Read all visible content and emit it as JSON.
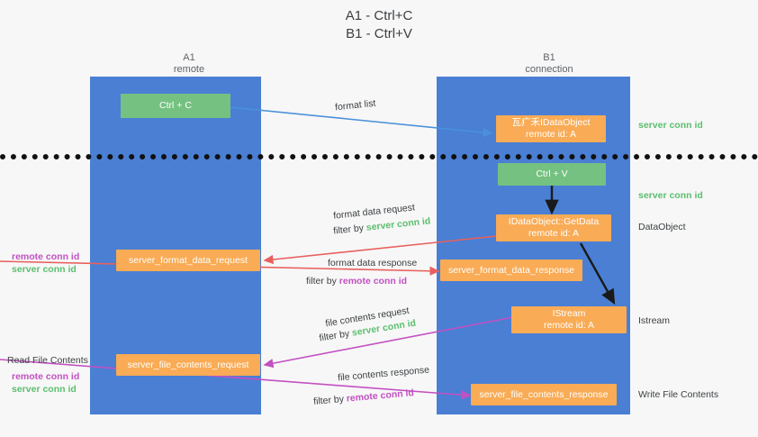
{
  "title": {
    "line1": "A1 - Ctrl+C",
    "line2": "B1 - Ctrl+V"
  },
  "columns": [
    {
      "name": "A1",
      "sub": "remote"
    },
    {
      "name": "B1",
      "sub": "connection"
    }
  ],
  "colors": {
    "lane": "#4a7fd4",
    "green_box": "#75c181",
    "orange_box": "#f9ab55",
    "server_conn_id": "#5cbf6e",
    "remote_conn_id": "#c251c2",
    "arrow_blue": "#4a90d9",
    "arrow_red": "#e8605d",
    "arrow_magenta": "#c251c2",
    "arrow_dark": "#1a1a1a",
    "divider": "#111111"
  },
  "boxes": {
    "ctrl_c": {
      "label": "Ctrl + C"
    },
    "data_object_top": {
      "line1": "⽡⽧⽲IDataObject",
      "line2": "remote id: A"
    },
    "ctrl_v": {
      "label": "Ctrl + V"
    },
    "get_data": {
      "line1": "IDataObject::GetData",
      "line2": "remote id: A"
    },
    "istream": {
      "line1": "IStream",
      "line2": "remote id: A"
    },
    "server_format_data_request": {
      "label": "server_format_data_request"
    },
    "server_format_data_response": {
      "label": "server_format_data_response"
    },
    "server_file_contents_request": {
      "label": "server_file_contents_request"
    },
    "server_file_contents_response": {
      "label": "server_file_contents_response"
    }
  },
  "edge_labels": {
    "format_list": "format list",
    "format_data_request": "format data request",
    "format_data_request_filter_prefix": "filter by ",
    "format_data_request_filter_value": "server conn id",
    "format_data_response": "format data response",
    "format_data_response_filter_prefix": "filter by ",
    "format_data_response_filter_value": "remote conn id",
    "file_contents_request": "file contents request",
    "file_contents_request_filter_prefix": "filter by ",
    "file_contents_request_filter_value": "server conn id",
    "file_contents_response": "file contents response",
    "file_contents_response_filter_prefix": "filter by ",
    "file_contents_response_filter_value": "remote conn id"
  },
  "right_annotations": {
    "server_conn_id_top": "server conn id",
    "server_conn_id_mid": "server conn id",
    "data_object": "DataObject",
    "istream": "Istream",
    "write_file_contents": "Write File Contents"
  },
  "left_annotations": {
    "remote_conn_id_1": "remote conn id",
    "server_conn_id_1": "server conn id",
    "read_file_contents": "Read File Contents",
    "remote_conn_id_2": "remote conn id",
    "server_conn_id_2": "server conn id"
  }
}
